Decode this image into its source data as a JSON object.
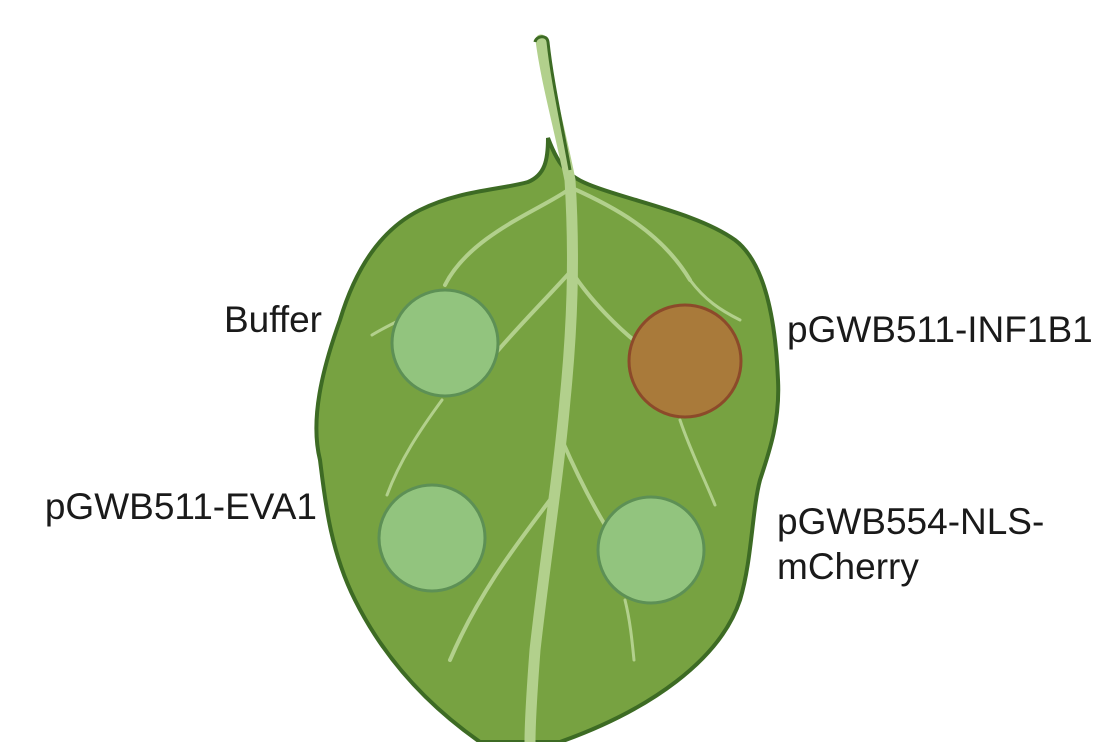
{
  "colors": {
    "leaf_fill": "#77a241",
    "leaf_outline": "#3d6b24",
    "vein": "#b2d08c",
    "spot_normal": "#92c47e",
    "spot_normal_outline": "#5d9055",
    "spot_necrotic": "#a97a3a",
    "spot_necrotic_outline": "#8c4a2a"
  },
  "infiltration_spots": [
    {
      "label": "Buffer",
      "response": "no-symptom"
    },
    {
      "label": "pGWB511-INF1B1",
      "response": "cell-death"
    },
    {
      "label": "pGWB511-EVA1",
      "response": "no-symptom"
    },
    {
      "label": "pGWB554-NLS-mCherry",
      "label_lines": [
        "pGWB554-NLS-",
        "mCherry"
      ],
      "response": "no-symptom"
    }
  ]
}
